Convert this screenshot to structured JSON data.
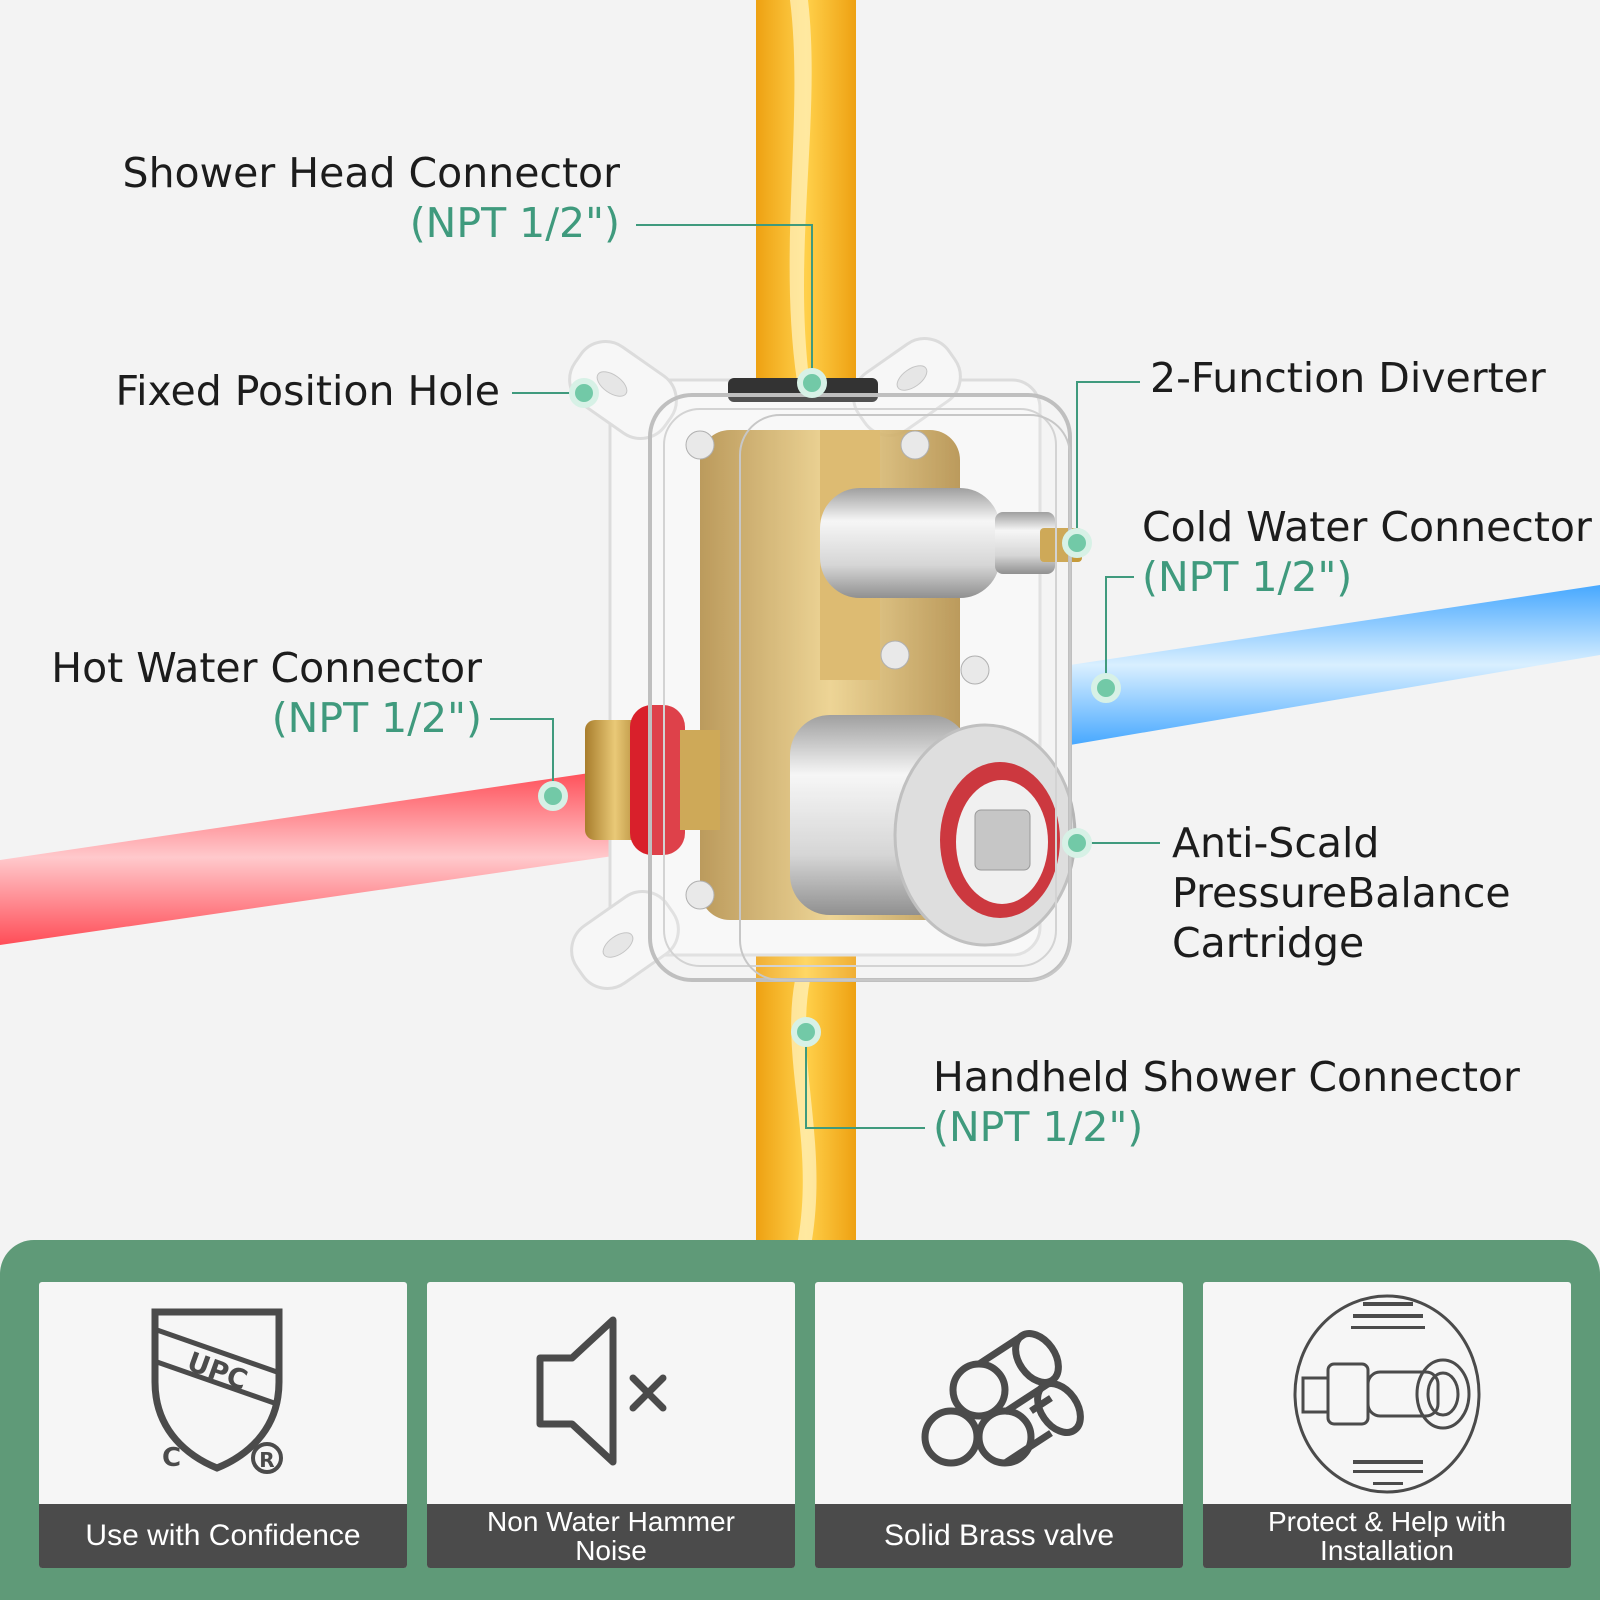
{
  "labels": {
    "shower_head": {
      "title": "Shower Head Connector",
      "sub": "(NPT 1/2\")"
    },
    "fixed_hole": {
      "title": "Fixed Position Hole"
    },
    "diverter": {
      "title": "2-Function Diverter"
    },
    "cold_water": {
      "title": "Cold Water Connector",
      "sub": "(NPT 1/2\")"
    },
    "hot_water": {
      "title": "Hot Water Connector",
      "sub": "(NPT 1/2\")"
    },
    "anti_scald": {
      "line1": "Anti-Scald",
      "line2": "PressureBalance",
      "line3": "Cartridge"
    },
    "handheld": {
      "title": "Handheld Shower Connector",
      "sub": "(NPT 1/2\")"
    }
  },
  "features": [
    {
      "caption": "Use with Confidence",
      "icon": "upc-shield-icon",
      "badge_text": "UPC",
      "badge_c": "C",
      "badge_r": "R"
    },
    {
      "caption_line1": "Non Water Hammer",
      "caption_line2": "Noise",
      "icon": "muted-speaker-icon"
    },
    {
      "caption": "Solid Brass valve",
      "icon": "brass-bars-icon"
    },
    {
      "caption_line1": "Protect & Help with",
      "caption_line2": "Installation",
      "icon": "plaster-guard-icon"
    }
  ],
  "colors": {
    "accent_green": "#3f9a7d",
    "panel_green": "#5f9a78",
    "caption_bg": "#4b4b4b",
    "hot_pipe": "#ff5a63",
    "cold_pipe": "#5fb6ff",
    "outlet_pipe": "#f5b019",
    "brass": "#c9a14a"
  }
}
